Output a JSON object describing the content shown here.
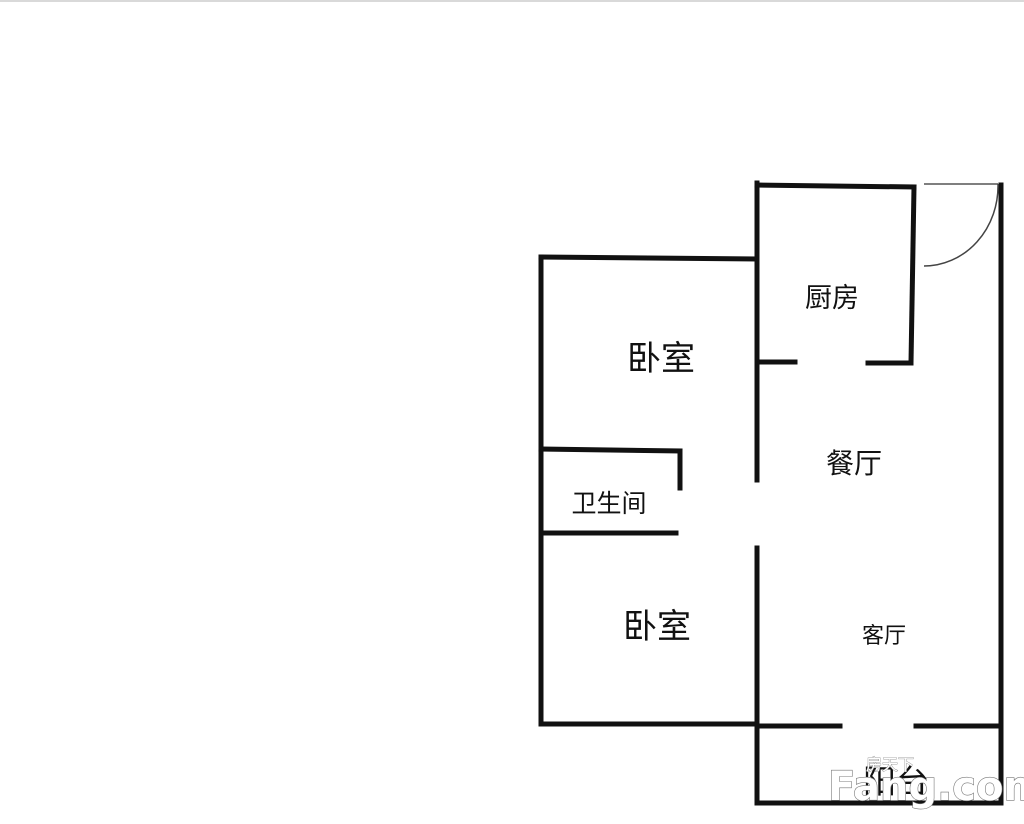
{
  "rooms": {
    "bedroom_top": "卧室",
    "kitchen": "厨房",
    "dining": "餐厅",
    "bathroom": "卫生间",
    "bedroom_bottom": "卧室",
    "living": "客厅",
    "balcony": "阳台"
  },
  "watermark": {
    "brand": "Fang.com",
    "brand_cn": "房天下"
  },
  "colors": {
    "wall": "#111111",
    "background": "#ffffff",
    "watermark_outline": "#777777"
  }
}
